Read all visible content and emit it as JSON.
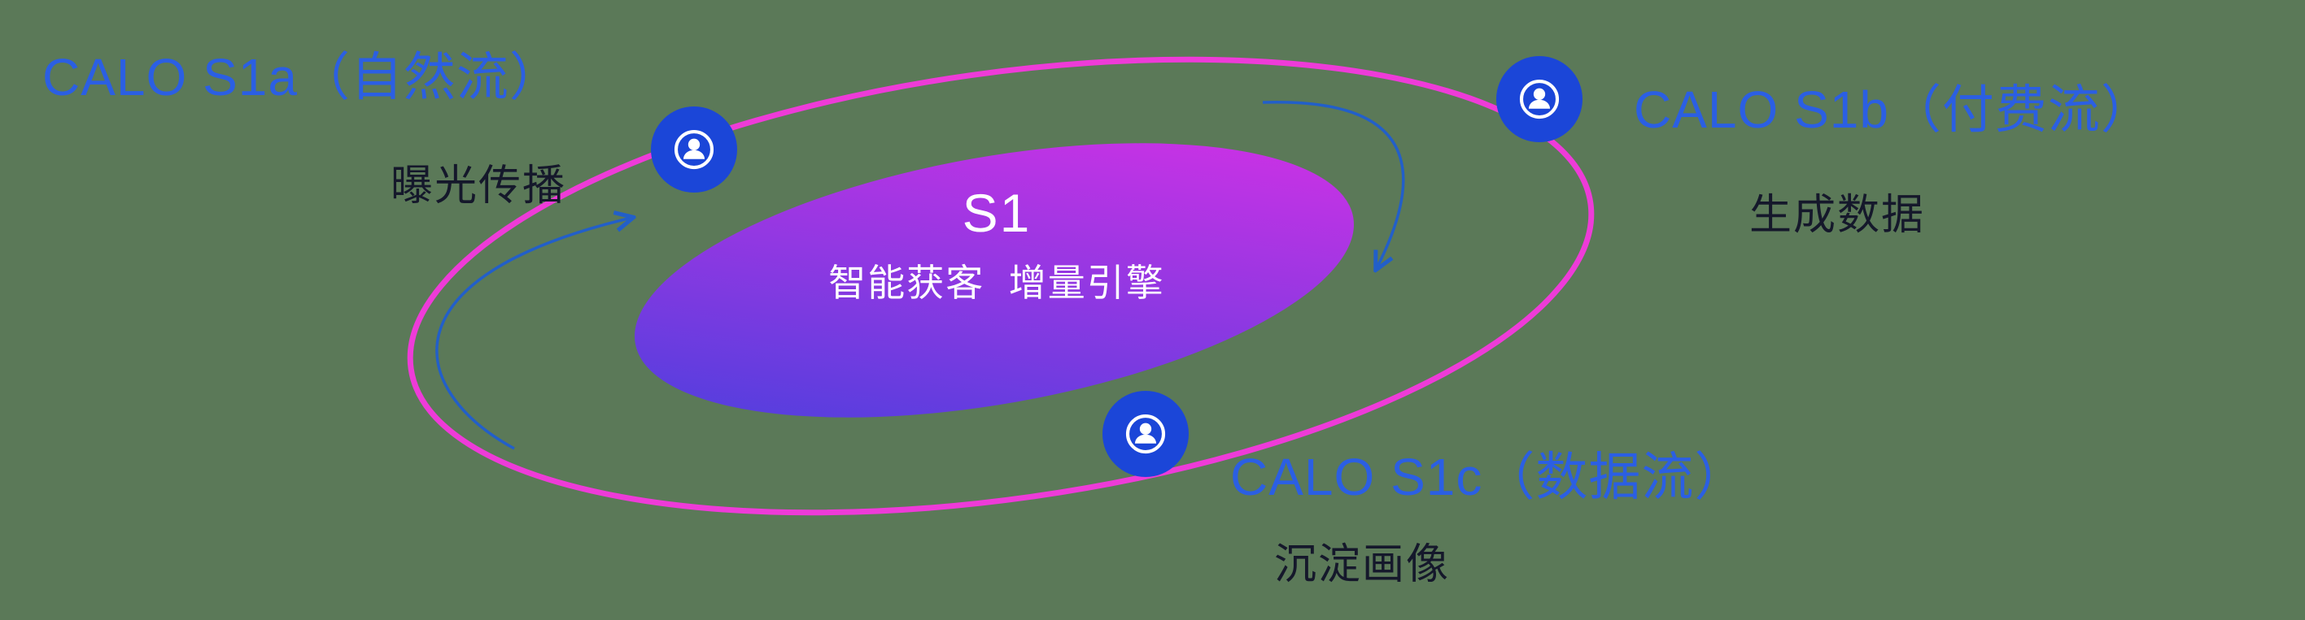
{
  "core": {
    "title": "S1",
    "subtitle": "智能获客  增量引擎"
  },
  "nodes": [
    {
      "id": "s1a",
      "label": "CALO S1a（自然流）",
      "sublabel": "曝光传播"
    },
    {
      "id": "s1b",
      "label": "CALO S1b（付费流）",
      "sublabel": "生成数据"
    },
    {
      "id": "s1c",
      "label": "CALO S1c（数据流）",
      "sublabel": "沉淀画像"
    }
  ],
  "icons": {
    "node_icon": "person-in-circle-icon"
  },
  "colors": {
    "bg": "#5b7958",
    "accent": "#2b5fe3",
    "dark-text": "#15182b",
    "node": "#1b46d8",
    "orbit": "#ee3bd8",
    "arrow": "#1f5ed0",
    "core-from": "#4340dd",
    "core-to": "#dc30e6"
  }
}
